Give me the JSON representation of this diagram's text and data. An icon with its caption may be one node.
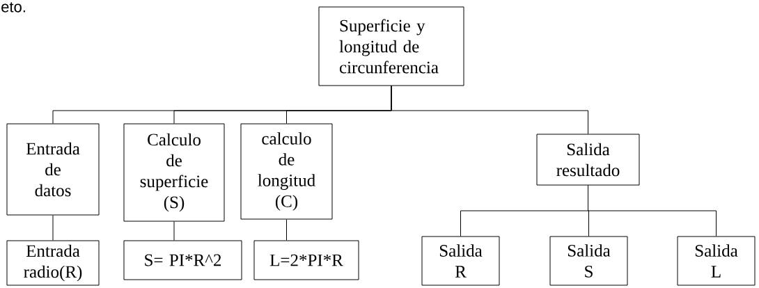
{
  "diagram": {
    "nodes": [
      {
        "text": [
          "Superficie y longitud de circunferencia"
        ]
      },
      {
        "text": [
          "Entrada de datos"
        ]
      },
      {
        "text": [
          "Calculo de superficie (S)"
        ]
      },
      {
        "text": [
          "calculo de longitud (C)"
        ]
      },
      {
        "text": [
          "Salida resultado"
        ]
      },
      {
        "text": [
          "Entrada radio(R)"
        ]
      },
      {
        "text": [
          "S= PI*R^2"
        ]
      },
      {
        "text": [
          "L=2*PI*R"
        ]
      },
      {
        "text": [
          "Salida R"
        ]
      },
      {
        "text": [
          "Salida S"
        ]
      },
      {
        "text": [
          "Salida L"
        ]
      }
    ],
    "edges": [
      {
        "from": 0,
        "to": 1,
        "arrow": "none"
      },
      {
        "from": 0,
        "to": 2,
        "arrow": "none"
      },
      {
        "from": 0,
        "to": 3,
        "arrow": "none"
      },
      {
        "from": 0,
        "to": 4,
        "arrow": "none"
      },
      {
        "from": 1,
        "to": 5,
        "arrow": "none"
      },
      {
        "from": 2,
        "to": 6,
        "arrow": "none"
      },
      {
        "from": 3,
        "to": 7,
        "arrow": "none"
      },
      {
        "from": 4,
        "to": 8,
        "arrow": "none"
      },
      {
        "from": 4,
        "to": 9,
        "arrow": "none"
      },
      {
        "from": 4,
        "to": 10,
        "arrow": "none"
      }
    ],
    "labels": [
      "eto."
    ]
  }
}
